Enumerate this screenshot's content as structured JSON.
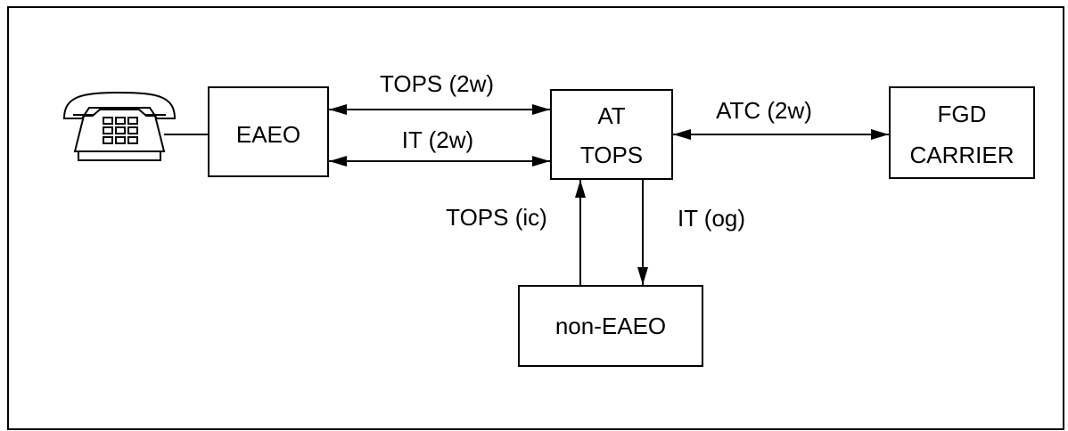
{
  "nodes": {
    "eaeo": {
      "label": "EAEO"
    },
    "at_tops": {
      "line1": "AT",
      "line2": "TOPS"
    },
    "fgd_carrier": {
      "line1": "FGD",
      "line2": "CARRIER"
    },
    "non_eaeo": {
      "label": "non-EAEO"
    }
  },
  "links": {
    "tops_2w": "TOPS (2w)",
    "it_2w": "IT (2w)",
    "atc_2w": "ATC (2w)",
    "tops_ic": "TOPS (ic)",
    "it_og": "IT (og)"
  },
  "icons": {
    "telephone": "telephone-icon"
  }
}
